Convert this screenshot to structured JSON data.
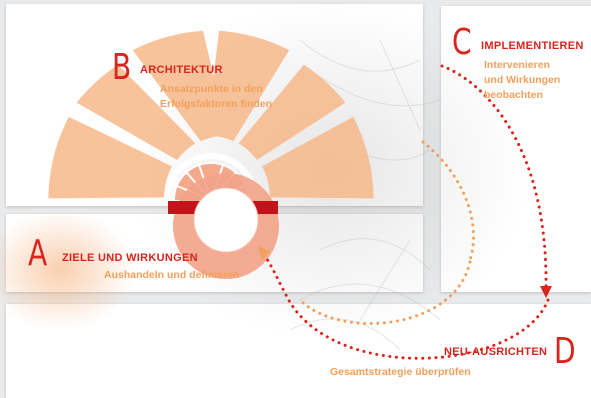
{
  "colors": {
    "red": "#d9251d",
    "orange_text": "#f2a05c",
    "fan_fill": "#f7b98a",
    "circle_fill": "#f2a288",
    "panel": "#ffffff",
    "background": "#e9eaeb"
  },
  "stages": {
    "a": {
      "letter": "A",
      "title": "ZIELE UND WIRKUNGEN",
      "text": "Aushandeln und definieren"
    },
    "b": {
      "letter": "B",
      "title": "ARCHITEKTUR",
      "text_line1": "Ansatzpunkte in den",
      "text_line2": "Erfolgsfaktoren finden"
    },
    "c": {
      "letter": "C",
      "title": "IMPLEMENTIEREN",
      "text_line1": "Intervenieren",
      "text_line2": "und Wirkungen",
      "text_line3": "beobachten"
    },
    "d": {
      "letter": "D",
      "title": "NEU-AUSRICHTEN",
      "text": "Gesamtstrategie überprüfen"
    }
  }
}
